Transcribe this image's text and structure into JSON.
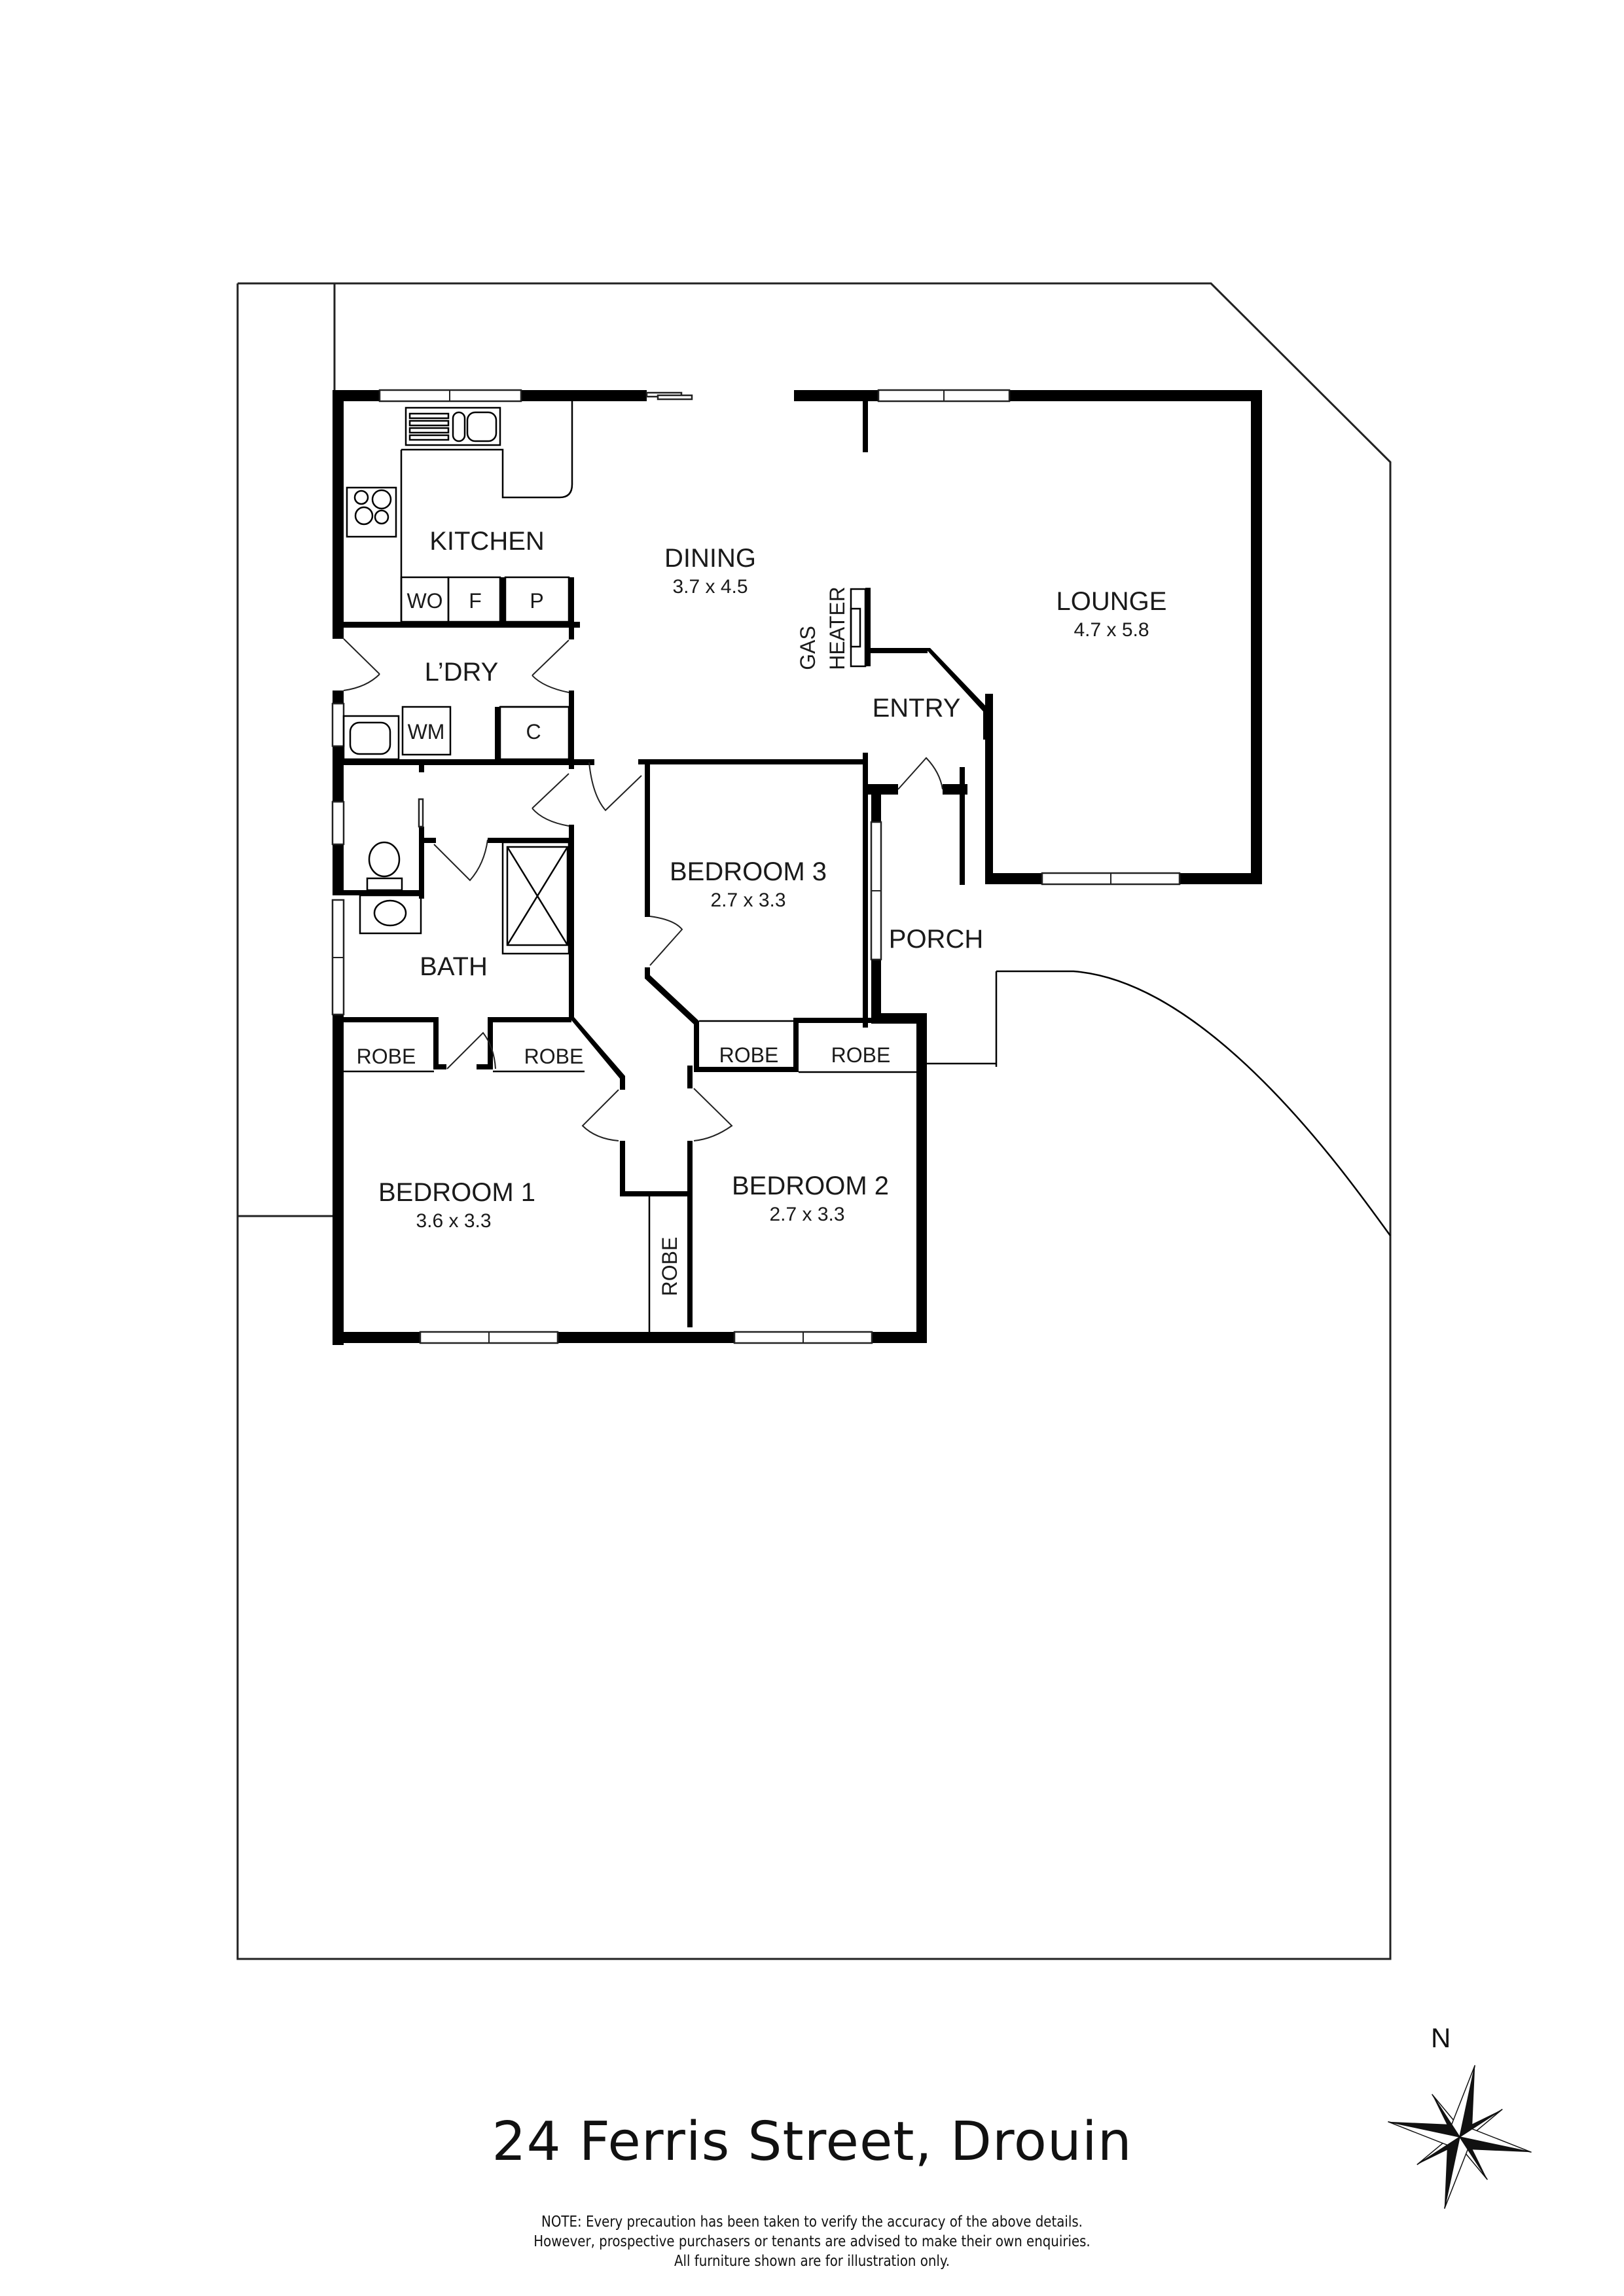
{
  "title": "24 Ferris Street, Drouin",
  "note": {
    "lines": [
      "NOTE: Every precaution has been taken to verify the accuracy of the above details.",
      "However, prospective purchasers or tenants are advised to make their own enquiries.",
      "All furniture shown are for illustration only."
    ]
  },
  "compass": {
    "label": "N",
    "icon": "compass-rose-icon"
  },
  "rooms": {
    "kitchen": {
      "name": "KITCHEN"
    },
    "dining": {
      "name": "DINING",
      "size": "3.7 x 4.5"
    },
    "lounge": {
      "name": "LOUNGE",
      "size": "4.7 x 5.8"
    },
    "entry": {
      "name": "ENTRY"
    },
    "laundry": {
      "name": "L’DRY"
    },
    "bath": {
      "name": "BATH"
    },
    "bedroom1": {
      "name": "BEDROOM 1",
      "size": "3.6 x 3.3"
    },
    "bedroom2": {
      "name": "BEDROOM 2",
      "size": "2.7 x 3.3"
    },
    "bedroom3": {
      "name": "BEDROOM 3",
      "size": "2.7 x 3.3"
    },
    "porch": {
      "name": "PORCH"
    }
  },
  "fixtures": {
    "wall_oven": "WO",
    "fridge": "F",
    "pantry": "P",
    "washing_machine": "WM",
    "cupboard": "C",
    "gas_heater_line1": "GAS",
    "gas_heater_line2": "HEATER",
    "robe": "ROBE"
  }
}
